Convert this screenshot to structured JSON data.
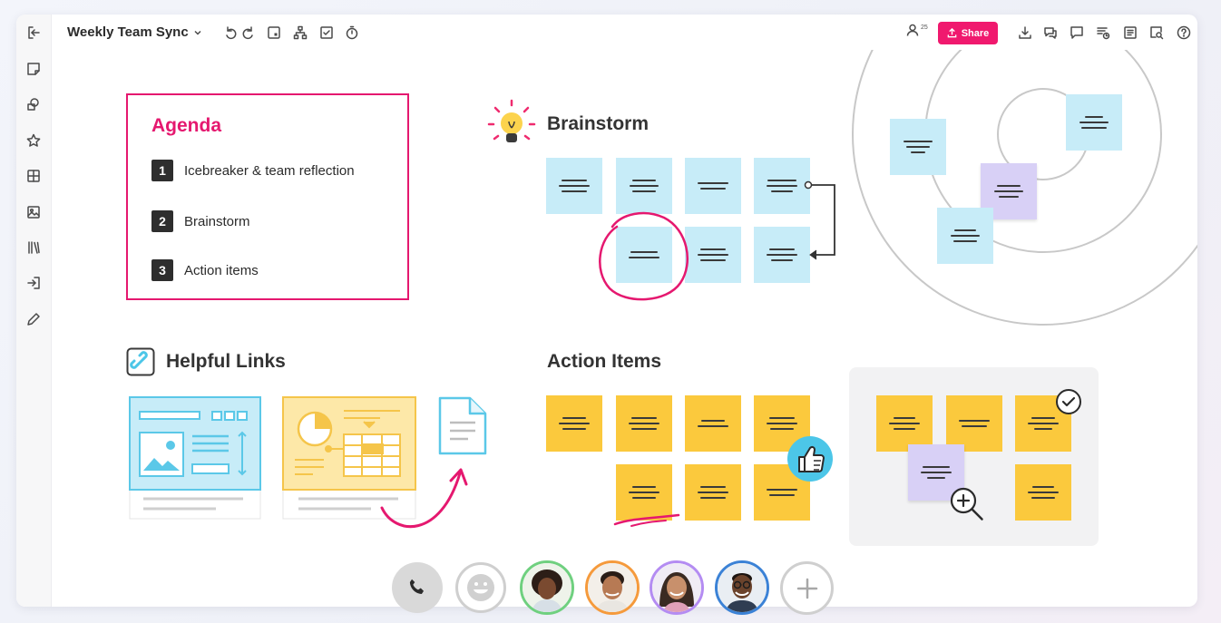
{
  "header": {
    "board_title": "Weekly Team Sync",
    "user_count": "25",
    "share_label": "Share"
  },
  "agenda": {
    "title": "Agenda",
    "items": [
      {
        "num": "1",
        "label": "Icebreaker & team reflection"
      },
      {
        "num": "2",
        "label": "Brainstorm"
      },
      {
        "num": "3",
        "label": "Action items"
      }
    ]
  },
  "sections": {
    "brainstorm": "Brainstorm",
    "helpful_links": "Helpful Links",
    "action_items": "Action Items"
  },
  "colors": {
    "accent": "#f0196e",
    "sticky_blue": "#c7ecf8",
    "sticky_yellow": "#fbc93d",
    "sticky_purple": "#d8d0f6",
    "avatar_rings": [
      "#6fd07f",
      "#f59a3c",
      "#b48cf2",
      "#3b82d6"
    ]
  },
  "icons": {
    "left_toolbar": [
      "exit-icon",
      "sticky-note-icon",
      "shapes-icon",
      "star-icon",
      "grid-icon",
      "image-icon",
      "library-icon",
      "import-icon",
      "pen-icon"
    ],
    "top_toolbar": [
      "undo-icon",
      "redo-icon",
      "frame-icon",
      "sitemap-icon",
      "checklist-icon",
      "timer-icon"
    ],
    "top_right": [
      "users-icon",
      "download-icon",
      "chat-icon",
      "comment-icon",
      "activity-icon",
      "notes-icon",
      "search-zoom-icon",
      "help-icon"
    ],
    "dock": [
      "phone-icon",
      "emoji-icon",
      "add-participant-icon"
    ]
  }
}
